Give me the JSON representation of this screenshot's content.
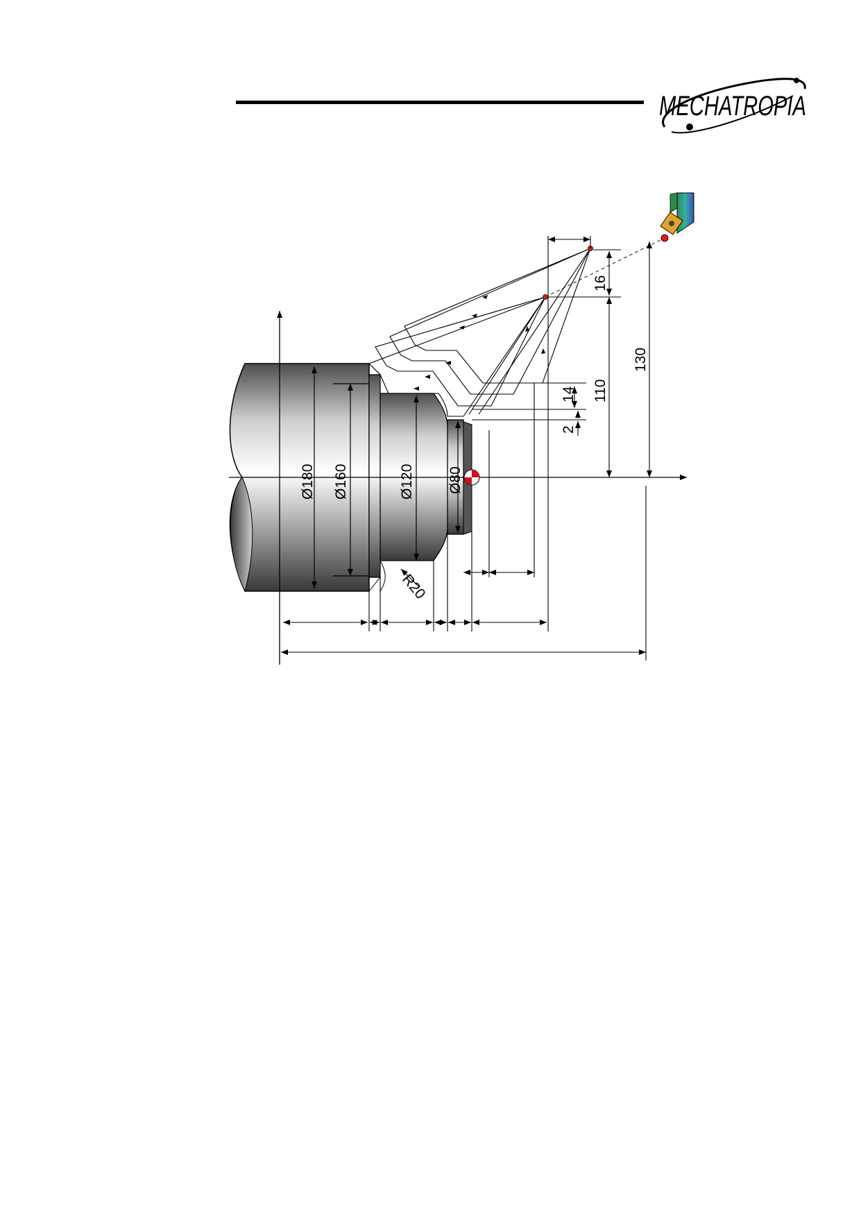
{
  "brand": {
    "logo_text": "MECHATROPIA",
    "color": "#000000",
    "accent": "#6b3fa0"
  },
  "drawing": {
    "diameters": [
      "Ø180",
      "Ø160",
      "Ø120",
      "Ø80"
    ],
    "radius_label": "R20",
    "dims": {
      "d16": "16",
      "d130": "130",
      "d14": "14",
      "d110": "110",
      "d2": "2"
    }
  },
  "colors": {
    "program_point": "#e8141c",
    "tool_holder": "#2a8d4a",
    "insert": "#e5a12a",
    "origin_red": "#d0141a"
  },
  "icons": {
    "tool": "turning-tool-icon",
    "origin": "workpiece-zero-icon"
  }
}
